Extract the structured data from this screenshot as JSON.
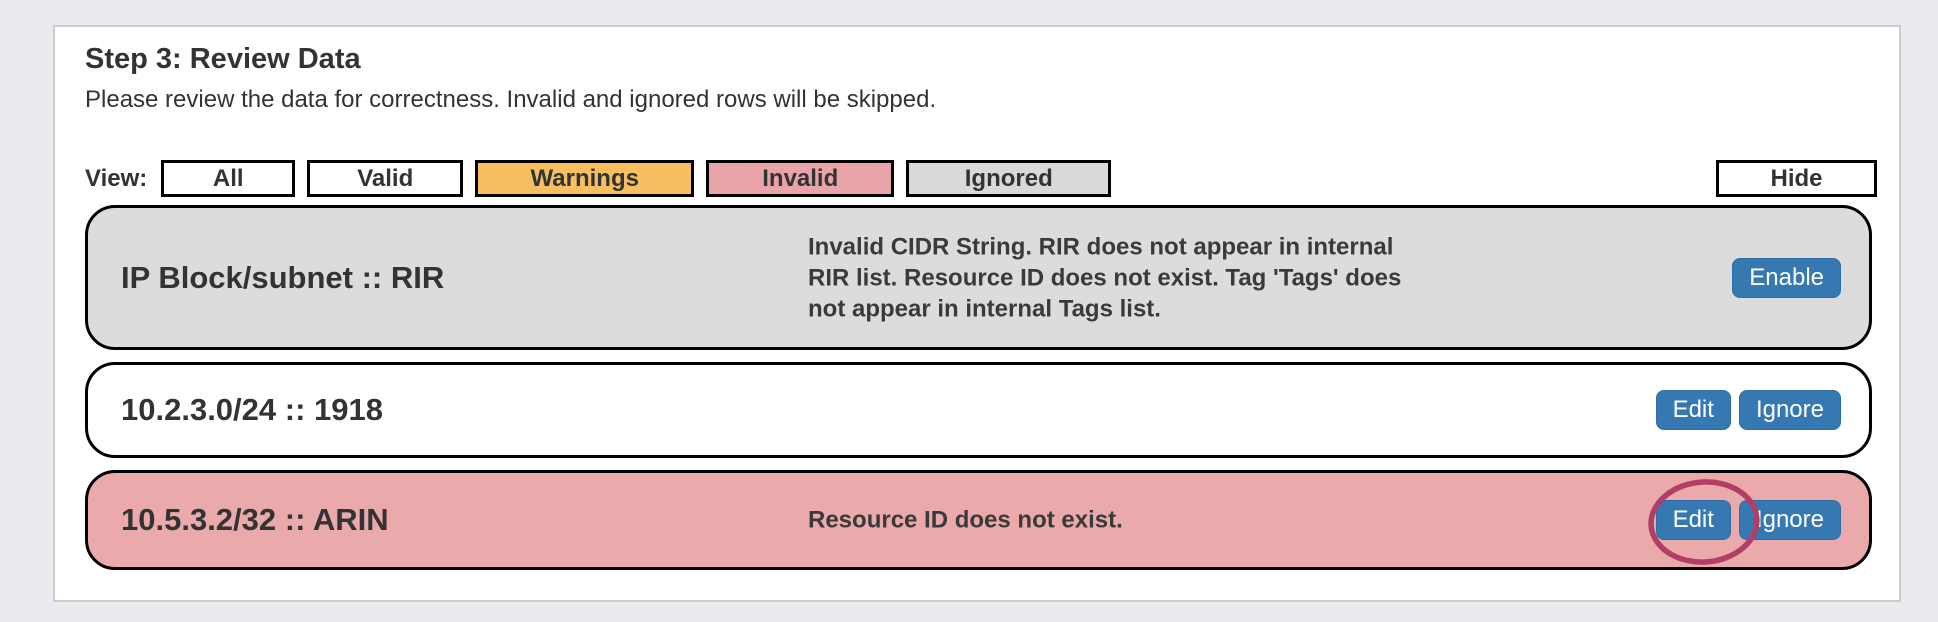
{
  "page": {
    "title": "Step 3: Review Data",
    "subtitle": "Please review the data for correctness. Invalid and ignored rows will be skipped."
  },
  "filters": {
    "view_label": "View:",
    "buttons": [
      {
        "label": "All",
        "variant": "default"
      },
      {
        "label": "Valid",
        "variant": "default"
      },
      {
        "label": "Warnings",
        "variant": "warning"
      },
      {
        "label": "Invalid",
        "variant": "invalid"
      },
      {
        "label": "Ignored",
        "variant": "ignored"
      }
    ],
    "hide_label": "Hide"
  },
  "rows": [
    {
      "title": "IP Block/subnet :: RIR",
      "status": "ignored",
      "message_lines": [
        "Invalid CIDR String. RIR does not appear in internal",
        "RIR list. Resource ID does not exist. Tag 'Tags' does",
        "not appear in internal Tags list."
      ],
      "buttons": [
        "Enable"
      ]
    },
    {
      "title": "10.2.3.0/24 :: 1918",
      "status": "valid",
      "message_lines": [],
      "buttons": [
        "Edit",
        "Ignore"
      ]
    },
    {
      "title": "10.5.3.2/32 :: ARIN",
      "status": "invalid",
      "message_lines": [
        "Resource ID does not exist."
      ],
      "buttons": [
        "Edit",
        "Ignore"
      ],
      "annotation": "hand-drawn circle around Edit button"
    }
  ],
  "colors": {
    "primary": "#3679b2",
    "warning": "#f7bf5f",
    "invalid_chip": "#e8a4a8",
    "ignored": "#d9d9d9",
    "ignored_row": "#dcdcdc",
    "invalid_row": "#eaa9ab",
    "annotation_circle": "#b23e66",
    "page_background": "#e9ebee",
    "panel_border": "#cccccc",
    "row_border": "#000000",
    "text": "#333333"
  }
}
